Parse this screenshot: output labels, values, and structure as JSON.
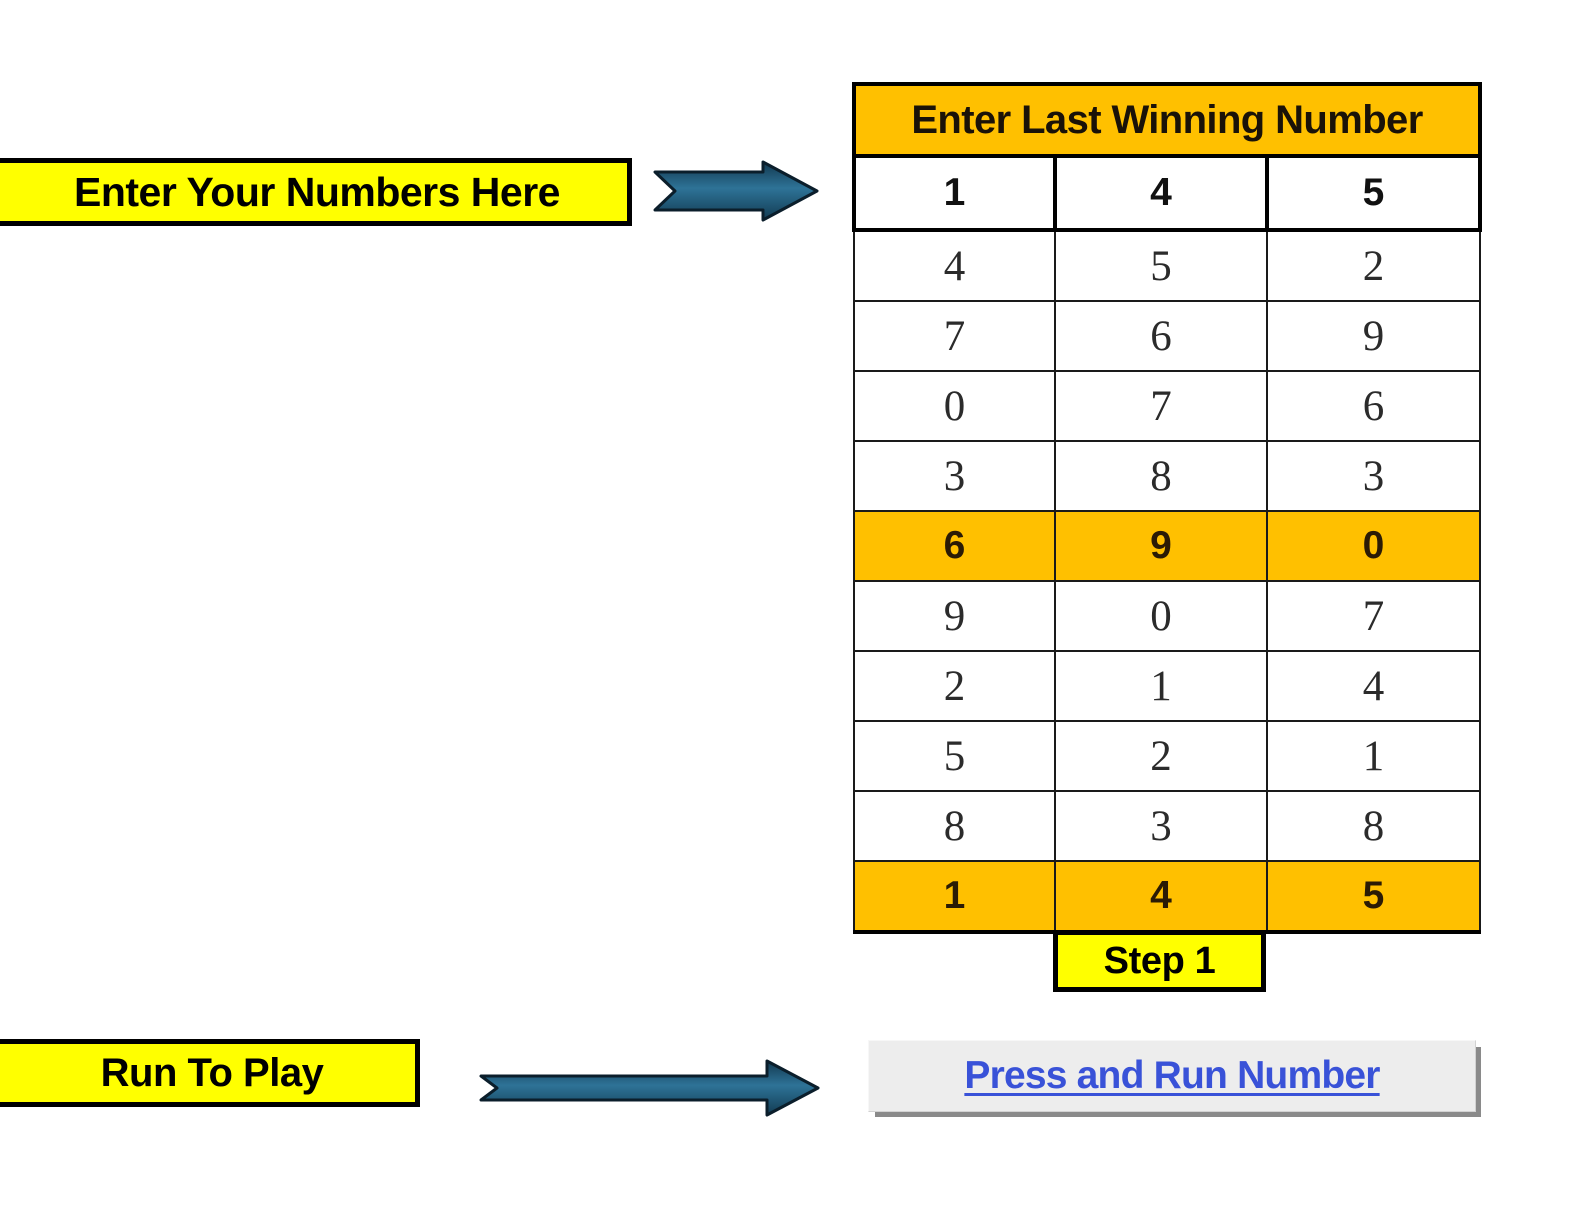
{
  "labels": {
    "enter_numbers": "Enter Your Numbers Here",
    "run_to_play": "Run To Play",
    "step": "Step 1"
  },
  "table": {
    "header": "Enter Last Winning Number",
    "rows": [
      {
        "kind": "entry",
        "cells": [
          "1",
          "4",
          "5"
        ]
      },
      {
        "kind": "data",
        "cells": [
          "4",
          "5",
          "2"
        ]
      },
      {
        "kind": "data",
        "cells": [
          "7",
          "6",
          "9"
        ]
      },
      {
        "kind": "data",
        "cells": [
          "0",
          "7",
          "6"
        ]
      },
      {
        "kind": "data",
        "cells": [
          "3",
          "8",
          "3"
        ]
      },
      {
        "kind": "highlight",
        "cells": [
          "6",
          "9",
          "0"
        ]
      },
      {
        "kind": "data",
        "cells": [
          "9",
          "0",
          "7"
        ]
      },
      {
        "kind": "data",
        "cells": [
          "2",
          "1",
          "4"
        ]
      },
      {
        "kind": "data",
        "cells": [
          "5",
          "2",
          "1"
        ]
      },
      {
        "kind": "data",
        "cells": [
          "8",
          "3",
          "8"
        ]
      },
      {
        "kind": "highlight",
        "cells": [
          "1",
          "4",
          "5"
        ]
      }
    ]
  },
  "button": {
    "label": "Press and Run Number"
  },
  "icons": {
    "arrow_top": "right-arrow-icon",
    "arrow_bottom": "right-arrow-icon"
  },
  "colors": {
    "highlight_orange": "#FFC000",
    "label_yellow": "#FFFF00",
    "arrow_blue_light": "#2E6F92",
    "arrow_blue_dark": "#143F58",
    "link_blue": "#3952D8",
    "button_face": "#EDEDED",
    "outline_black": "#000000"
  }
}
